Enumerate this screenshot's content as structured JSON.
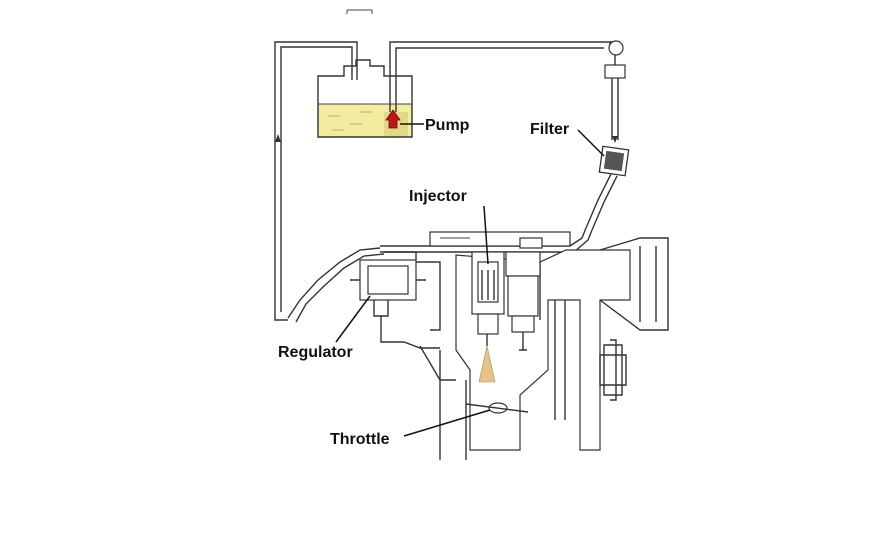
{
  "labels": {
    "pump": "Pump",
    "filter": "Filter",
    "injector": "Injector",
    "regulator": "Regulator",
    "throttle": "Throttle"
  },
  "colors": {
    "fuel": "#f2ec9e",
    "pump_arrow": "#c0141c",
    "line": "#333333",
    "spray": "#e6c488",
    "filter_mesh": "#555555"
  }
}
